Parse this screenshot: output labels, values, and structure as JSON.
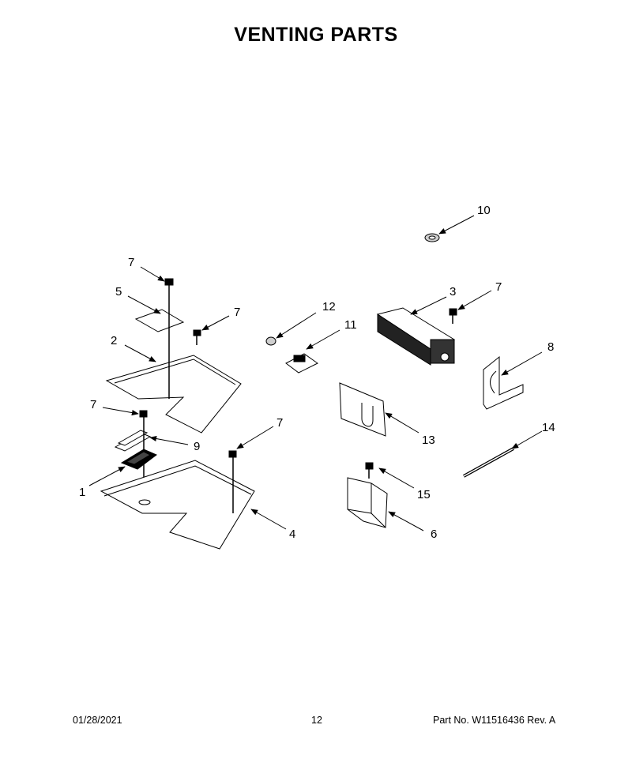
{
  "title": "VENTING PARTS",
  "footer": {
    "date": "01/28/2021",
    "page": "12",
    "part_no": "Part No.  W11516436  Rev.  A"
  },
  "callouts": {
    "c1": "1",
    "c2": "2",
    "c3": "3",
    "c4": "4",
    "c5": "5",
    "c6": "6",
    "c7a": "7",
    "c7b": "7",
    "c7c": "7",
    "c7d": "7",
    "c7e": "7",
    "c8": "8",
    "c9": "9",
    "c10": "10",
    "c11": "11",
    "c12": "12",
    "c13": "13",
    "c14": "14",
    "c15": "15"
  }
}
